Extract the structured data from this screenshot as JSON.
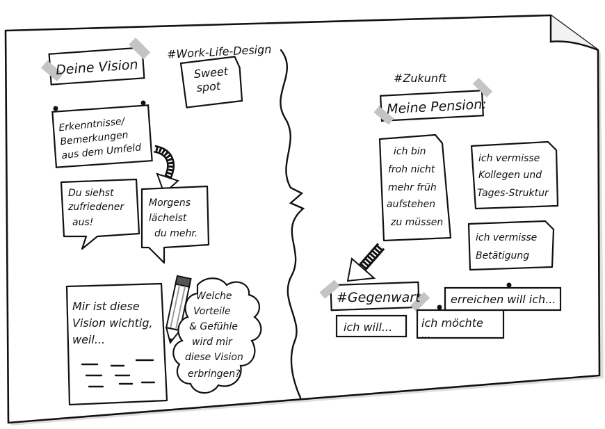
{
  "left": {
    "hashtag": "#Work-Life-Design",
    "vision_title": "Deine Vision",
    "sweet_spot": [
      "Sweet",
      "spot"
    ],
    "insights_note": [
      "Erkenntnisse/",
      "Bemerkungen",
      "aus dem Umfeld"
    ],
    "bubble_one": [
      "Du siehst",
      "zufriedener",
      "aus!"
    ],
    "bubble_two": [
      "Morgens",
      "lächelst",
      "du mehr."
    ],
    "important_note": [
      "Mir ist diese",
      "Vision wichtig,",
      "weil..."
    ],
    "cloud": [
      "Welche",
      "Vorteile",
      "& Gefühle",
      "wird mir",
      "diese Vision",
      "erbringen?"
    ]
  },
  "right": {
    "hashtag_future": "#Zukunft",
    "pension_title": "Meine Pension:",
    "note_happy": [
      "ich bin",
      "froh nicht",
      "mehr früh",
      "aufstehen",
      "zu müssen"
    ],
    "note_miss_colleagues": [
      "ich vermisse",
      "Kollegen und",
      "Tages-Struktur"
    ],
    "note_miss_activity": [
      "ich vermisse",
      "Betätigung"
    ],
    "present_title": "#Gegenwart",
    "want_label": "ich will...",
    "would_like_label": "ich möchte",
    "would_like_dots": "...",
    "achieve_label": "erreichen will ich..."
  },
  "colors": {
    "ink": "#111111",
    "paper": "#ffffff",
    "tape": "#bfbfbf",
    "shadow": "#d8d8d8"
  }
}
